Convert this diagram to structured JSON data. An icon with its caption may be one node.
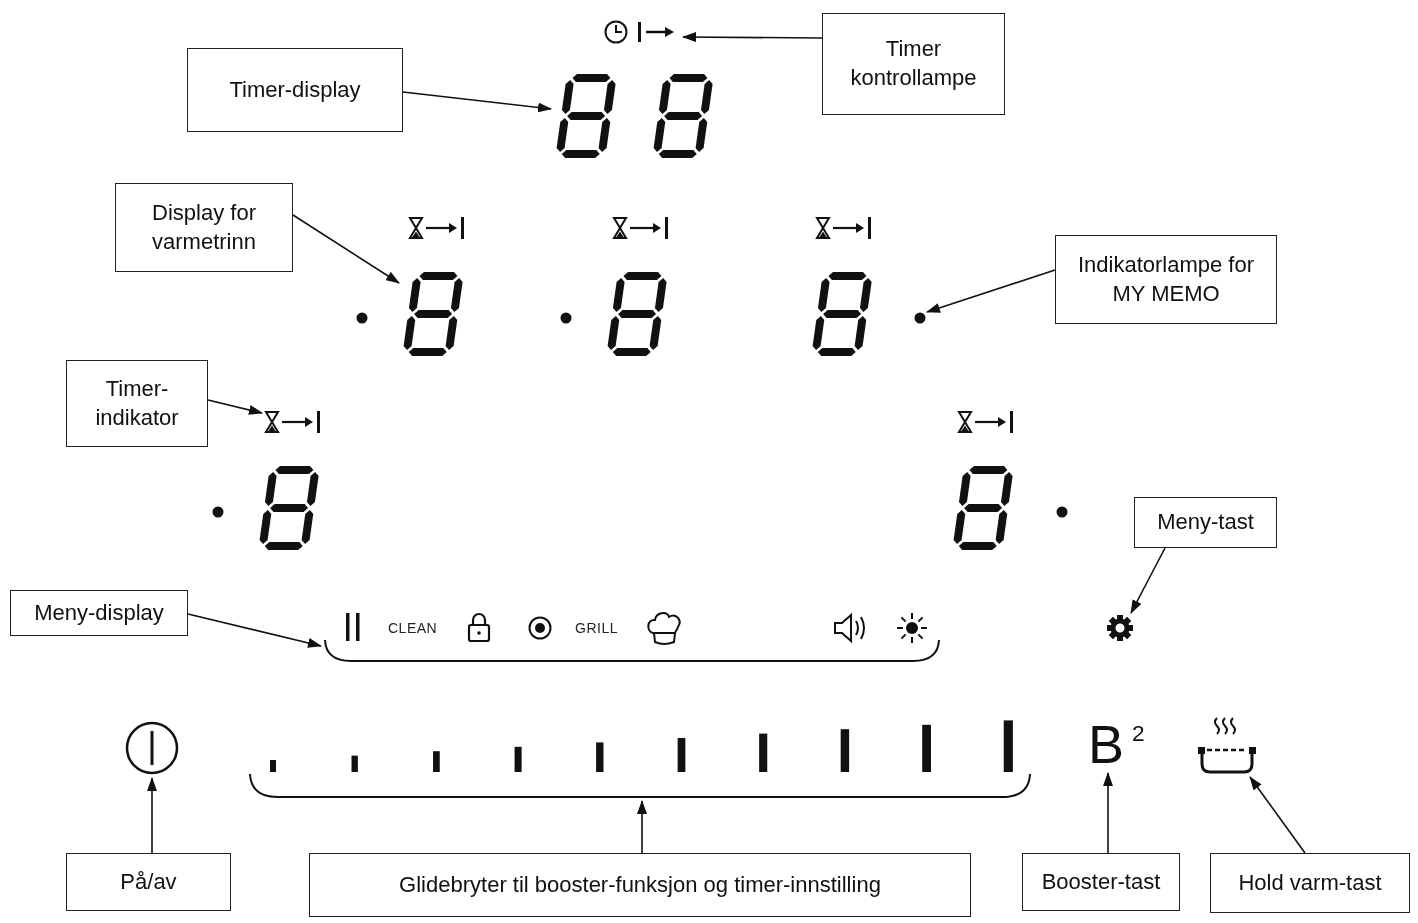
{
  "diagram": {
    "nodes": [
      {
        "text": [
          "Timer kontrollampe"
        ]
      },
      {
        "text": [],
        "shape": "picture"
      },
      {
        "text": [
          "Timer-display"
        ]
      },
      {
        "text": [],
        "shape": "picture"
      },
      {
        "text": [
          "Display for varmetrinn"
        ]
      },
      {
        "text": [
          "Indikatorlampe for MY MEMO"
        ]
      },
      {
        "text": [],
        "shape": "picture"
      },
      {
        "text": [],
        "shape": "circle"
      },
      {
        "text": [
          "Timer-indikator"
        ]
      },
      {
        "text": [],
        "shape": "picture"
      },
      {
        "text": [
          "Meny-tast"
        ]
      },
      {
        "text": [
          "Meny-display"
        ]
      },
      {
        "text": [
          "CLEAN",
          "GRILL"
        ]
      },
      {
        "text": [],
        "shape": "picture"
      },
      {
        "text": [],
        "shape": "picture"
      },
      {
        "text": [],
        "shape": "picture"
      },
      {
        "text": [
          "B$^{2}$"
        ]
      },
      {
        "text": [],
        "shape": "picture"
      },
      {
        "text": [
          "På/av"
        ]
      },
      {
        "text": [
          "Glidebryter til booster-funksjon og timer-innstilling"
        ]
      },
      {
        "text": [
          "Booster-tast"
        ]
      },
      {
        "text": [
          "Hold varm-tast"
        ]
      }
    ],
    "edges": [
      {
        "from": 0,
        "to": 1,
        "arrow": "to"
      },
      {
        "from": 2,
        "to": 3,
        "arrow": "to"
      },
      {
        "from": 4,
        "to": 6,
        "arrow": "to"
      },
      {
        "from": 5,
        "to": 7,
        "arrow": "to"
      },
      {
        "from": 8,
        "to": 9,
        "arrow": "to"
      },
      {
        "from": 10,
        "to": 13,
        "arrow": "to"
      },
      {
        "from": 11,
        "to": 12,
        "arrow": "to"
      },
      {
        "from": 18,
        "to": 14,
        "arrow": "to"
      },
      {
        "from": 19,
        "to": 15,
        "arrow": "to"
      },
      {
        "from": 20,
        "to": 16,
        "arrow": "to"
      },
      {
        "from": 21,
        "to": 17,
        "arrow": "to"
      }
    ]
  }
}
